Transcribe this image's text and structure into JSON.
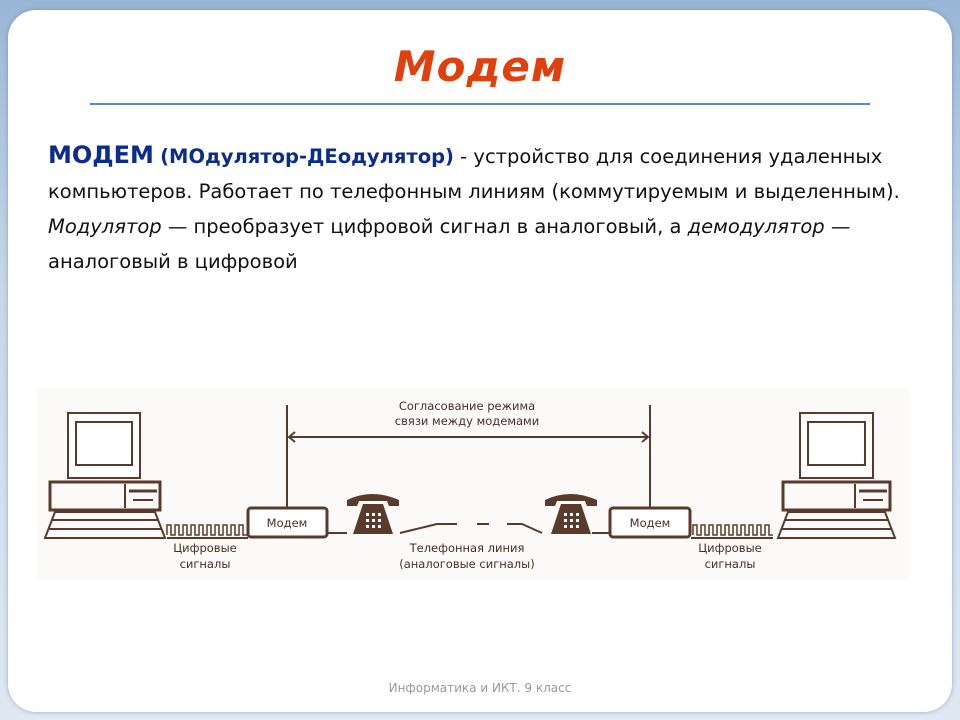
{
  "slide": {
    "title": "Модем",
    "body": {
      "term": "МОДЕМ",
      "expansion": "(МОдулятор-ДЕодулятор)",
      "part1": " - устройство для соединения удаленных компьютеров. Работает по телефонным линиям (коммутируемым и выделенным). ",
      "modulator": "Модулятор",
      "part2": " — преобразует цифровой сигнал в аналоговый, а ",
      "demodulator": "демодулятор",
      "part3": " — аналоговый в цифровой"
    },
    "footer": "Информатика и ИКТ. 9 класс"
  },
  "diagram": {
    "negotiation_line1": "Согласование режима",
    "negotiation_line2": "связи между модемами",
    "modem_left": "Модем",
    "modem_right": "Модем",
    "digital_left_1": "Цифровые",
    "digital_left_2": "сигналы",
    "digital_right_1": "Цифровые",
    "digital_right_2": "сигналы",
    "phone_line_1": "Телефонная линия",
    "phone_line_2": "(аналоговые сигналы)",
    "ink_color": "#5a3a2a"
  }
}
